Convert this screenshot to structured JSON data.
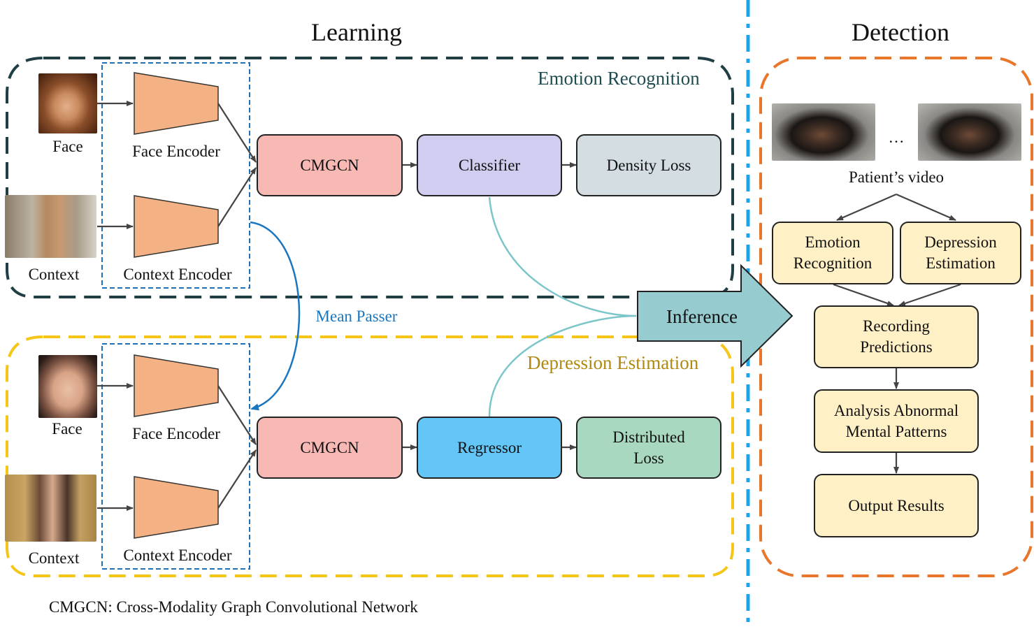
{
  "titles": {
    "learning": "Learning",
    "detection": "Detection"
  },
  "emotion_section": {
    "title": "Emotion Recognition",
    "face_label": "Face",
    "context_label": "Context",
    "face_encoder": "Face Encoder",
    "context_encoder": "Context Encoder",
    "cmgcn": "CMGCN",
    "classifier": "Classifier",
    "loss": "Density Loss"
  },
  "depression_section": {
    "title": "Depression Estimation",
    "face_label": "Face",
    "context_label": "Context",
    "face_encoder": "Face Encoder",
    "context_encoder": "Context Encoder",
    "cmgcn": "CMGCN",
    "regressor": "Regressor",
    "loss_line1": "Distributed",
    "loss_line2": "Loss"
  },
  "mean_passer": "Mean Passer",
  "inference": "Inference",
  "detection": {
    "ellipsis": "…",
    "video_caption": "Patient’s video",
    "emotion_line1": "Emotion",
    "emotion_line2": "Recognition",
    "depression_line1": "Depression",
    "depression_line2": "Estimation",
    "recording_line1": "Recording",
    "recording_line2": "Predictions",
    "analysis_line1": "Analysis Abnormal",
    "analysis_line2": "Mental Patterns",
    "output": "Output Results"
  },
  "footnote": "CMGCN: Cross-Modality Graph Convolutional Network",
  "colors": {
    "emotion_border": "#1f3f44",
    "depression_border": "#f5c518",
    "detection_border": "#e8762b",
    "encoder_frame": "#1f6fb5",
    "encoder_fill": "#f4b183",
    "divider": "#1ba4e8",
    "cmgcn_fill": "#f8b9b5",
    "classifier_fill": "#d0cdf0",
    "density_fill": "#d3dde2",
    "regressor_fill": "#63c6f7",
    "distributed_fill": "#a8d8bf",
    "detection_box_fill": "#fff0c6",
    "inference_fill": "#96ccd0",
    "mean_passer_text": "#1a76bf",
    "depression_title_text": "#b08a10",
    "emotion_title_text": "#1f4c50"
  },
  "icons": [
    "arrow-icon",
    "trapezoid-encoder-icon",
    "photo-thumbnail"
  ]
}
